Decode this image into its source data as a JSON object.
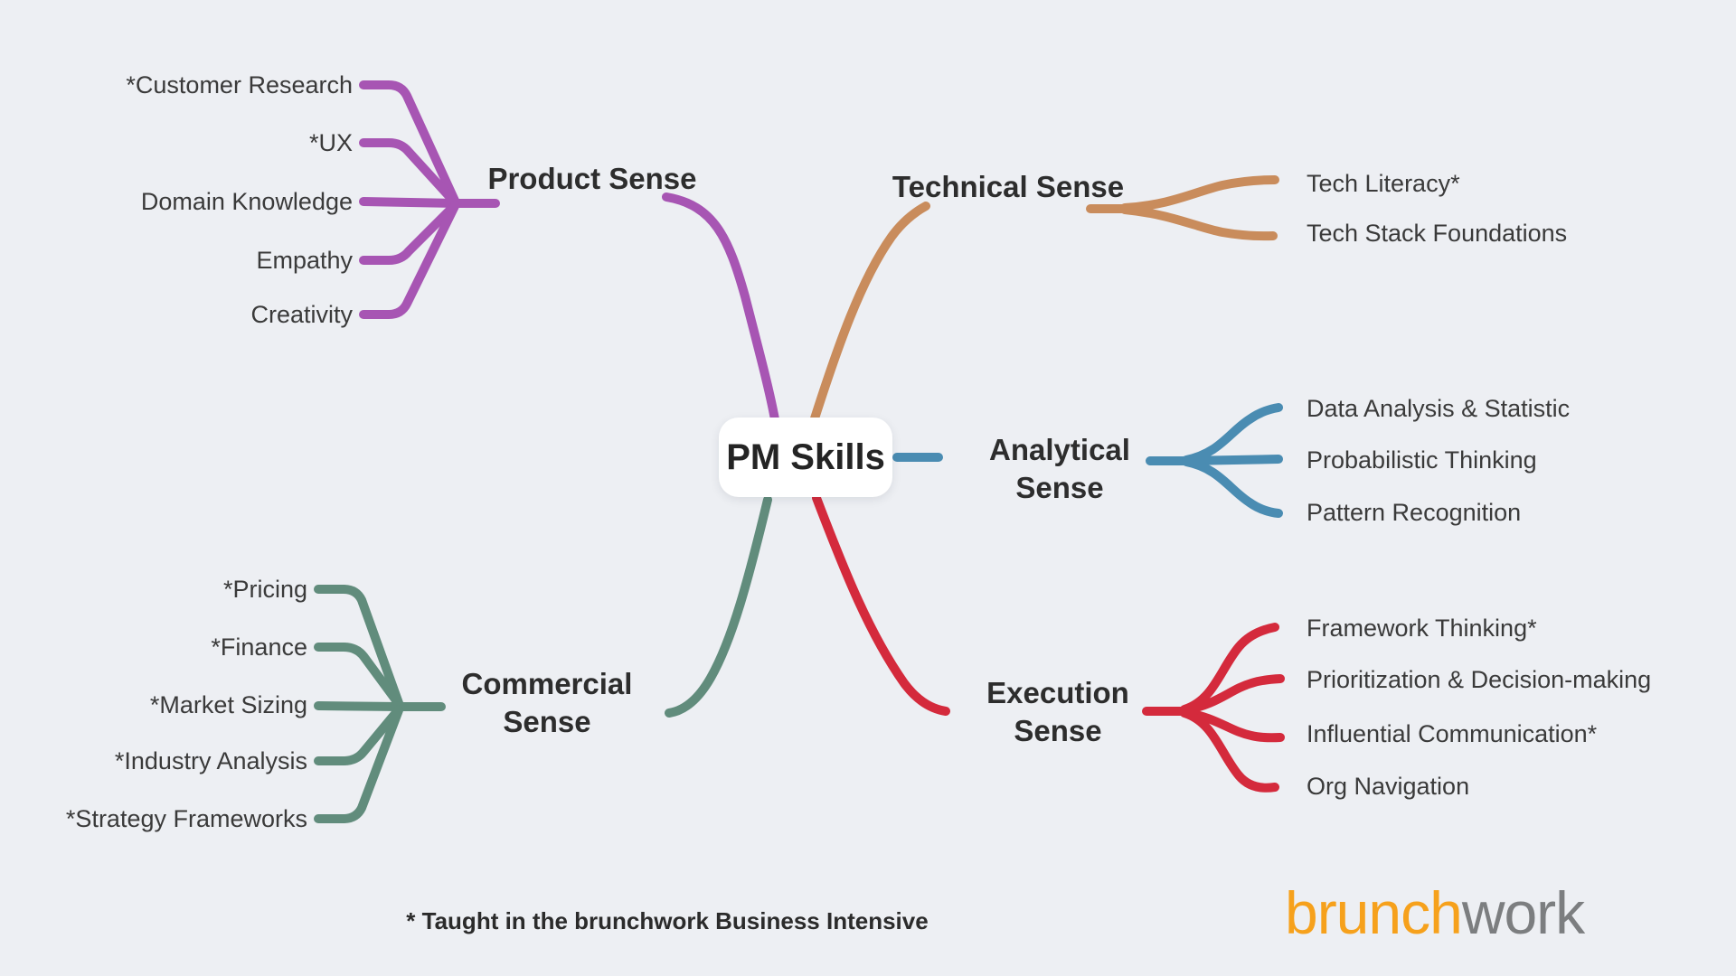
{
  "colors": {
    "background": "#edeff3",
    "leaf_text": "#3a3a3a",
    "heading_text": "#2d2d2d"
  },
  "center": {
    "label": "PM Skills"
  },
  "branches": {
    "product": {
      "label": "Product Sense",
      "color": "#a755b3",
      "items": [
        "*Customer Research",
        "*UX",
        "Domain Knowledge",
        "Empathy",
        "Creativity"
      ]
    },
    "technical": {
      "label": "Technical Sense",
      "color": "#c98c5c",
      "items": [
        "Tech Literacy*",
        "Tech Stack Foundations"
      ]
    },
    "analytical": {
      "label": "Analytical Sense",
      "color": "#4a8cb2",
      "items": [
        "Data Analysis & Statistic",
        "Probabilistic Thinking",
        "Pattern Recognition"
      ]
    },
    "commercial": {
      "label": "Commercial Sense",
      "color": "#618c7c",
      "items": [
        "*Pricing",
        "*Finance",
        "*Market Sizing",
        "*Industry Analysis",
        "*Strategy Frameworks"
      ]
    },
    "execution": {
      "label": "Execution Sense",
      "color": "#d42a3c",
      "items": [
        "Framework Thinking*",
        "Prioritization & Decision-making",
        "Influential Communication*",
        "Org Navigation"
      ]
    }
  },
  "footnote": "* Taught in the brunchwork Business Intensive",
  "logo": {
    "brunch": "brunch",
    "work": "work",
    "brunch_color": "#f6a11c",
    "work_color": "#7c7e80"
  }
}
